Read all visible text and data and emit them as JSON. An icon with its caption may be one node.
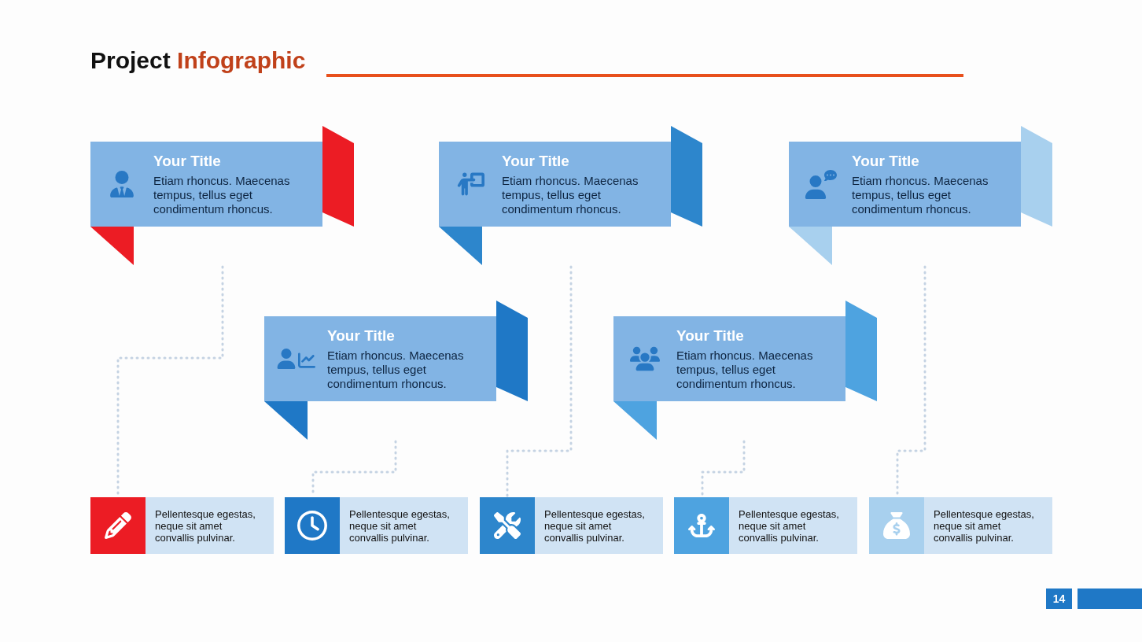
{
  "diagram": {
    "title": "Project Infographic",
    "nodes": [
      {
        "text": [
          "Your Title",
          "Etiam rhoncus. Maecenas tempus, tellus eget condimentum rhoncus."
        ]
      },
      {
        "text": [
          "Your Title",
          "Etiam rhoncus. Maecenas tempus, tellus eget condimentum rhoncus."
        ]
      },
      {
        "text": [
          "Your Title",
          "Etiam rhoncus. Maecenas tempus, tellus eget condimentum rhoncus."
        ]
      },
      {
        "text": [
          "Your Title",
          "Etiam rhoncus. Maecenas tempus, tellus eget condimentum rhoncus."
        ]
      },
      {
        "text": [
          "Your Title",
          "Etiam rhoncus. Maecenas tempus, tellus eget condimentum rhoncus."
        ]
      },
      {
        "text": [
          "Pellentesque egestas, neque sit amet convallis pulvinar."
        ]
      },
      {
        "text": [
          "Pellentesque egestas, neque sit amet convallis pulvinar."
        ]
      },
      {
        "text": [
          "Pellentesque egestas, neque sit amet convallis pulvinar."
        ]
      },
      {
        "text": [
          "Pellentesque egestas, neque sit amet convallis pulvinar."
        ]
      },
      {
        "text": [
          "Pellentesque egestas, neque sit amet convallis pulvinar."
        ]
      }
    ],
    "edges": [
      {
        "from": 0,
        "to": 5,
        "arrow": "none",
        "style": "dashed"
      },
      {
        "from": 3,
        "to": 6,
        "arrow": "none",
        "style": "dashed"
      },
      {
        "from": 1,
        "to": 7,
        "arrow": "none",
        "style": "dashed"
      },
      {
        "from": 4,
        "to": 8,
        "arrow": "none",
        "style": "dashed"
      },
      {
        "from": 2,
        "to": 9,
        "arrow": "none",
        "style": "dashed"
      }
    ],
    "labels": [
      "14"
    ]
  }
}
